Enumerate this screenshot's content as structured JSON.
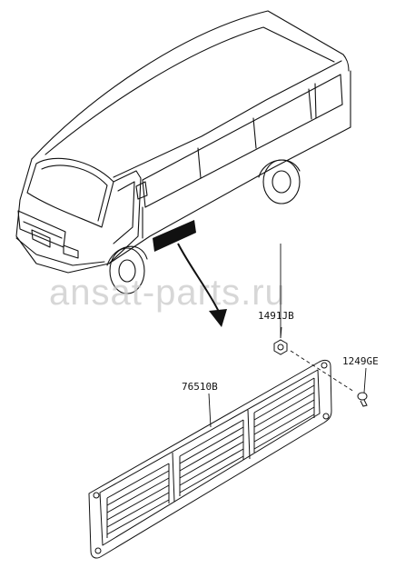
{
  "watermark": "ansat-parts.ru",
  "callouts": {
    "nut": "1491JB",
    "grille": "76510B",
    "screw": "1249GE"
  },
  "colors": {
    "line": "#111111",
    "watermark": "#c9c9c9",
    "marker": "#111111"
  }
}
